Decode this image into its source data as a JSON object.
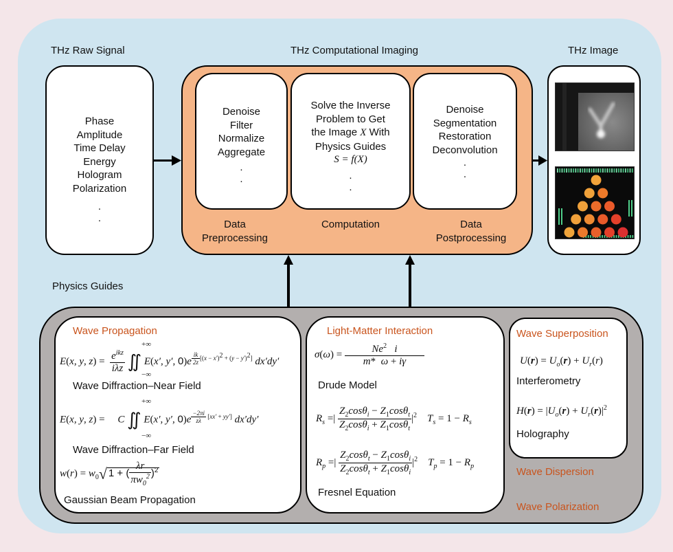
{
  "colors": {
    "page_bg": "#f4e6e9",
    "panel_bg": "#cfe5f0",
    "pipeline_bg": "#f5b587",
    "physics_bg": "#b3afae",
    "accent_title": "#c9541d"
  },
  "sections": {
    "raw_signal": {
      "title": "THz Raw Signal",
      "items": [
        "Phase",
        "Amplitude",
        "Time Delay",
        "Energy",
        "Hologram",
        "Polarization"
      ],
      "ellipsis": ".\n."
    },
    "computational_imaging": {
      "title": "THz Computational Imaging",
      "stages": [
        {
          "items": [
            "Denoise",
            "Filter",
            "Normalize",
            "Aggregate"
          ],
          "caption_line1": "Data",
          "caption_line2": "Preprocessing"
        },
        {
          "lines": [
            "Solve the Inverse",
            "Problem to Get",
            "the Image",
            "X",
            "With",
            "Physics Guides"
          ],
          "equation": "S = f(X)",
          "caption_line1": "Computation"
        },
        {
          "items": [
            "Denoise",
            "Segmentation",
            "Restoration",
            "Deconvolution"
          ],
          "caption_line1": "Data",
          "caption_line2": "Postprocessing"
        }
      ]
    },
    "thz_image": {
      "title": "THz Image",
      "images": [
        "grayscale Y-shaped object THz image",
        "color triangle of circular dots THz image"
      ]
    },
    "physics_guides": {
      "title": "Physics Guides",
      "wave_propagation": {
        "title": "Wave Propagation",
        "near_field_caption": "Wave Diffraction–Near Field",
        "far_field_caption": "Wave Diffraction–Far Field",
        "gaussian_caption": "Gaussian Beam Propagation",
        "limits_upper": "+∞",
        "limits_lower": "−∞"
      },
      "light_matter": {
        "title": "Light-Matter Interaction",
        "drude_caption": "Drude Model",
        "fresnel_caption": "Fresnel Equation"
      },
      "wave_superposition": {
        "title": "Wave Superposition",
        "interferometry_caption": "Interferometry",
        "holography_caption": "Holography"
      },
      "wave_dispersion": {
        "title": "Wave Dispersion"
      },
      "wave_polarization": {
        "title": "Wave Polarization"
      }
    }
  }
}
